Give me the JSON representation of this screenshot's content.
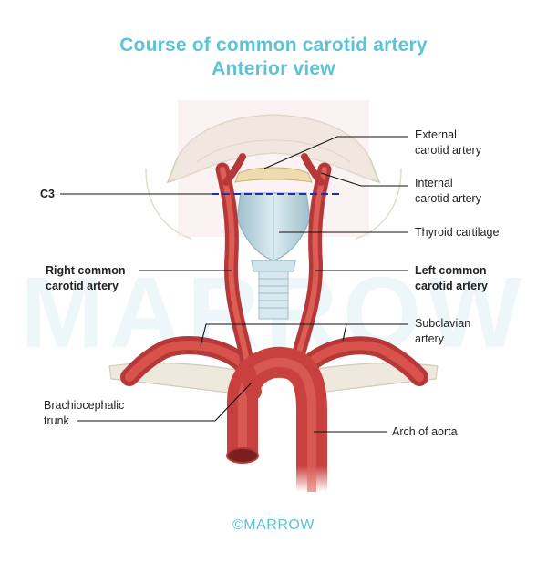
{
  "title": {
    "line1": "Course of common carotid artery",
    "line2": "Anterior view"
  },
  "labels": {
    "c3": "C3",
    "external_carotid": [
      "External",
      "carotid artery"
    ],
    "internal_carotid": [
      "Internal",
      "carotid artery"
    ],
    "thyroid_cartilage": "Thyroid cartilage",
    "right_common_carotid": [
      "Right common",
      "carotid artery"
    ],
    "left_common_carotid": [
      "Left common",
      "carotid artery"
    ],
    "subclavian": [
      "Subclavian",
      "artery"
    ],
    "brachiocephalic": [
      "Brachiocephalic",
      "trunk"
    ],
    "arch_of_aorta": "Arch of aorta"
  },
  "watermark": "MARROW",
  "brand": "©MARROW",
  "colors": {
    "title": "#5bc4d8",
    "artery": "#c9413f",
    "artery_highlight": "#e86a62",
    "cartilage": "#bcd6de",
    "bone": "#ece6d8",
    "c3_line": "#1f2fa8"
  }
}
